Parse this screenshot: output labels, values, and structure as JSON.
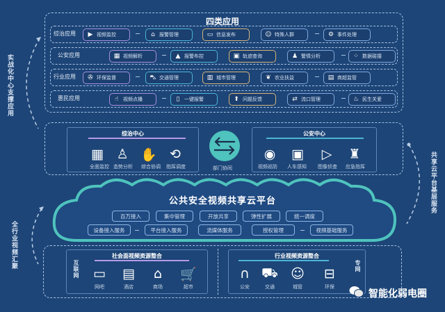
{
  "sections": {
    "apps": {
      "title": "四类应用",
      "rows": [
        {
          "label": "综治应用",
          "items": [
            {
              "label": "视频监控",
              "icon": "cctv-camera-icon",
              "color": "purple"
            },
            {
              "label": "报警管理",
              "icon": "police-station-icon",
              "color": "cyan"
            },
            {
              "label": "信息发布",
              "icon": "message-icon",
              "color": "gold"
            },
            {
              "label": "特殊人群",
              "icon": "people-icon",
              "color": "blue"
            },
            {
              "label": "事件处理",
              "icon": "gear-icon",
              "color": "blue"
            }
          ]
        },
        {
          "label": "公安应用",
          "items": [
            {
              "label": "视频解析",
              "icon": "grid-icon",
              "color": "purple"
            },
            {
              "label": "报警布控",
              "icon": "alarm-bell-icon",
              "color": "cyan"
            },
            {
              "label": "轨迹查询",
              "icon": "monitor-chart-icon",
              "color": "gold"
            },
            {
              "label": "警情分析",
              "icon": "analyst-icon",
              "color": "blue"
            },
            {
              "label": "数据碰撞",
              "icon": "data-dots-icon",
              "color": "blue"
            }
          ]
        },
        {
          "label": "行业应用",
          "items": [
            {
              "label": "环保监督",
              "icon": "fan-icon",
              "color": "purple"
            },
            {
              "label": "交通管理",
              "icon": "car-icon",
              "color": "cyan"
            },
            {
              "label": "城市管理",
              "icon": "city-building-icon",
              "color": "gold"
            },
            {
              "label": "农业扶益",
              "icon": "sprout-icon",
              "color": "blue"
            },
            {
              "label": "商超监管",
              "icon": "store-icon",
              "color": "blue"
            }
          ]
        },
        {
          "label": "惠民应用",
          "items": [
            {
              "label": "视频点播",
              "icon": "touch-hand-icon",
              "color": "purple"
            },
            {
              "label": "一键报警",
              "icon": "phone-icon",
              "color": "cyan"
            },
            {
              "label": "问题反馈",
              "icon": "upload-arrow-icon",
              "color": "gold"
            },
            {
              "label": "流口管理",
              "icon": "swap-icon",
              "color": "blue"
            },
            {
              "label": "民生关爱",
              "icon": "pot-icon",
              "color": "blue"
            }
          ]
        }
      ]
    },
    "centers": {
      "left": {
        "title": "综治中心",
        "items": [
          {
            "label": "全面监控",
            "icon": "video-wall-icon"
          },
          {
            "label": "态势分析",
            "icon": "presenter-icon"
          },
          {
            "label": "综合协调",
            "icon": "handshake-icon"
          },
          {
            "label": "指挥调度",
            "icon": "dispatch-icon"
          }
        ]
      },
      "middle": {
        "label": "部门协同",
        "icon": "exchange-arrows-icon"
      },
      "right": {
        "title": "公安中心",
        "items": [
          {
            "label": "视频巡防",
            "icon": "webcam-icon"
          },
          {
            "label": "人车感知",
            "icon": "monitor-clock-icon"
          },
          {
            "label": "图像侦查",
            "icon": "video-file-icon"
          },
          {
            "label": "应急指挥",
            "icon": "police-officer-icon"
          }
        ]
      }
    },
    "cloud": {
      "title": "公共安全视频共享云平台",
      "row1": [
        "百万接入",
        "集中管理",
        "开放共享",
        "弹性扩展",
        "统一调度"
      ],
      "row2": [
        "设备接入服务",
        "平台接入服务",
        "流媒体服务",
        "授权管理",
        "视频基础服务"
      ]
    },
    "resources": {
      "left": {
        "title": "社会面视频资源整合",
        "side_label": "互联网",
        "items": [
          {
            "label": "网吧",
            "icon": "computer-icon"
          },
          {
            "label": "酒店",
            "icon": "hotel-icon"
          },
          {
            "label": "商场",
            "icon": "mall-icon"
          },
          {
            "label": "超市",
            "icon": "cart-icon"
          }
        ]
      },
      "right": {
        "title": "行业视频资源整合",
        "side_label": "专网",
        "items": [
          {
            "label": "公安",
            "icon": "police-arch-icon"
          },
          {
            "label": "交通",
            "icon": "vehicles-icon"
          },
          {
            "label": "城管",
            "icon": "officers-icon"
          },
          {
            "label": "环保",
            "icon": "toolbox-icon"
          }
        ]
      }
    }
  },
  "side_labels": {
    "left_top": "实战化中心支撑应用",
    "left_bottom": "全行业视频汇聚",
    "right": "共享云平台基层服务"
  },
  "watermark": "智能化弱电圈",
  "colors": {
    "background": "#1d4577",
    "accent_teal": "#4fc3bd",
    "purple": "#a58fe0",
    "cyan": "#4cb6d6",
    "gold": "#d6b47a"
  }
}
